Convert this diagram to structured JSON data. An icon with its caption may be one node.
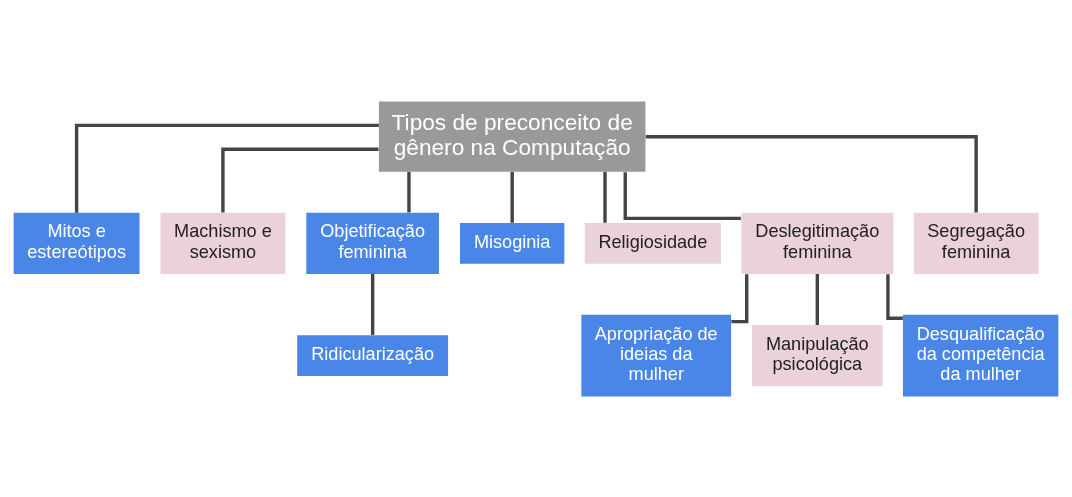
{
  "diagram": {
    "nodes": [
      {
        "text": [
          "Tipos de preconceito de gênero na Computação"
        ]
      },
      {
        "text": [
          "Mitos e estereótipos"
        ]
      },
      {
        "text": [
          "Machismo e sexismo"
        ]
      },
      {
        "text": [
          "Objetificação feminina"
        ]
      },
      {
        "text": [
          "Misoginia"
        ]
      },
      {
        "text": [
          "Religiosidade"
        ]
      },
      {
        "text": [
          "Deslegitimação feminina"
        ]
      },
      {
        "text": [
          "Segregação feminina"
        ]
      },
      {
        "text": [
          "Ridicularização"
        ]
      },
      {
        "text": [
          "Apropriação de ideias da mulher"
        ]
      },
      {
        "text": [
          "Manipulação psicológica"
        ]
      },
      {
        "text": [
          "Desqualificação da competência da mulher"
        ]
      }
    ],
    "edges": [
      {
        "from": 0,
        "to": 1,
        "arrow": "none"
      },
      {
        "from": 0,
        "to": 2,
        "arrow": "none"
      },
      {
        "from": 0,
        "to": 3,
        "arrow": "none"
      },
      {
        "from": 0,
        "to": 4,
        "arrow": "none"
      },
      {
        "from": 0,
        "to": 5,
        "arrow": "none"
      },
      {
        "from": 0,
        "to": 6,
        "arrow": "none"
      },
      {
        "from": 0,
        "to": 7,
        "arrow": "none"
      },
      {
        "from": 3,
        "to": 8,
        "arrow": "none"
      },
      {
        "from": 6,
        "to": 9,
        "arrow": "none"
      },
      {
        "from": 6,
        "to": 10,
        "arrow": "none"
      },
      {
        "from": 6,
        "to": 11,
        "arrow": "none"
      }
    ]
  }
}
